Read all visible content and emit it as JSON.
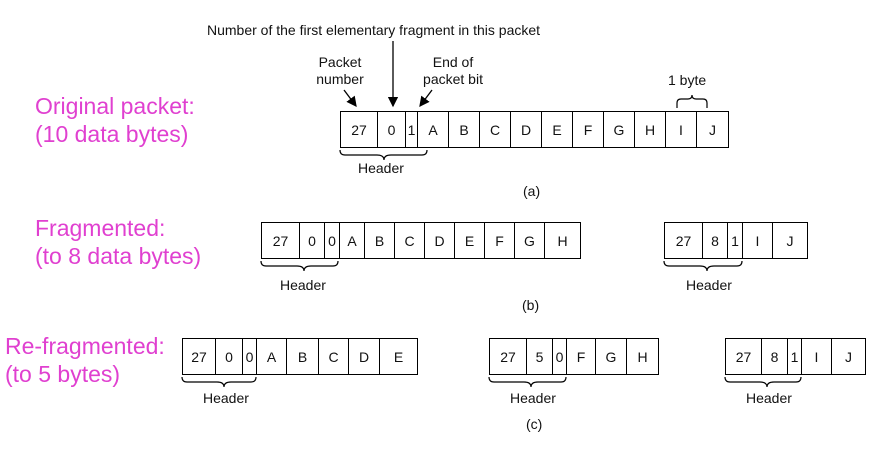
{
  "labels": {
    "original_line1": "Original packet:",
    "original_line2": "(10 data bytes)",
    "fragmented_line1": "Fragmented:",
    "fragmented_line2": "(to 8 data bytes)",
    "refragmented_line1": "Re-fragmented:",
    "refragmented_line2": "(to 5 bytes)"
  },
  "annotations": {
    "first_fragment": "Number of the first elementary fragment in this packet",
    "packet_number_line1": "Packet",
    "packet_number_line2": "number",
    "end_bit_line1": "End of",
    "end_bit_line2": "packet bit",
    "one_byte": "1 byte",
    "header": "Header"
  },
  "captions": {
    "a": "(a)",
    "b": "(b)",
    "c": "(c)"
  },
  "packets": {
    "a": {
      "number": "27",
      "offset": "0",
      "end": "1",
      "data": [
        "A",
        "B",
        "C",
        "D",
        "E",
        "F",
        "G",
        "H",
        "I",
        "J"
      ]
    },
    "b1": {
      "number": "27",
      "offset": "0",
      "end": "0",
      "data": [
        "A",
        "B",
        "C",
        "D",
        "E",
        "F",
        "G",
        "H"
      ]
    },
    "b2": {
      "number": "27",
      "offset": "8",
      "end": "1",
      "data": [
        "I",
        "J"
      ]
    },
    "c1": {
      "number": "27",
      "offset": "0",
      "end": "0",
      "data": [
        "A",
        "B",
        "C",
        "D",
        "E"
      ]
    },
    "c2": {
      "number": "27",
      "offset": "5",
      "end": "0",
      "data": [
        "F",
        "G",
        "H"
      ]
    },
    "c3": {
      "number": "27",
      "offset": "8",
      "end": "1",
      "data": [
        "I",
        "J"
      ]
    }
  }
}
